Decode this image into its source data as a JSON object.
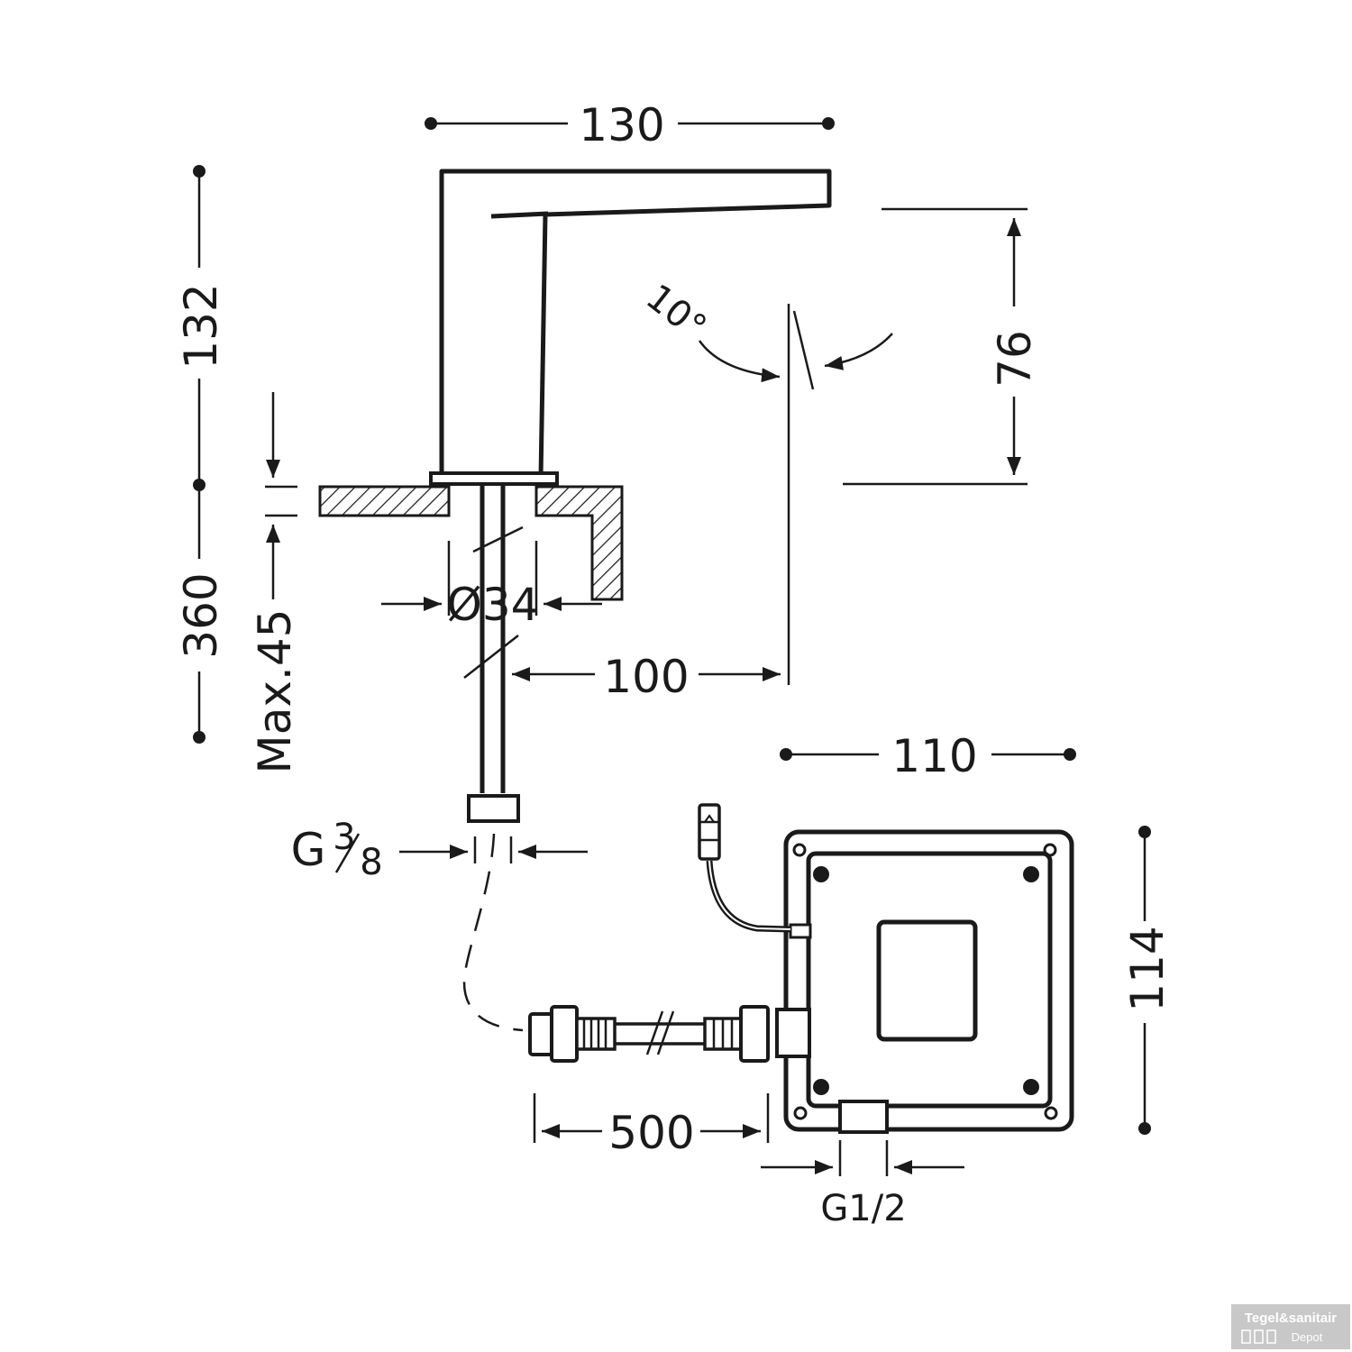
{
  "dimensions": {
    "spout_width": "130",
    "height_total": "132",
    "pipe_length": "360",
    "max_counter": "Max.45",
    "hole_diameter": "Ø34",
    "spout_reach": "100",
    "spout_clearance": "76",
    "sensor_angle": "10°",
    "connector_thread": "G",
    "connector_num": "3",
    "connector_den": "8",
    "hose_length": "500",
    "box_width": "110",
    "box_height": "114",
    "outlet_thread": "G1/2"
  },
  "watermark": {
    "line1": "Tegel&sanitair",
    "line2": "Depot"
  }
}
